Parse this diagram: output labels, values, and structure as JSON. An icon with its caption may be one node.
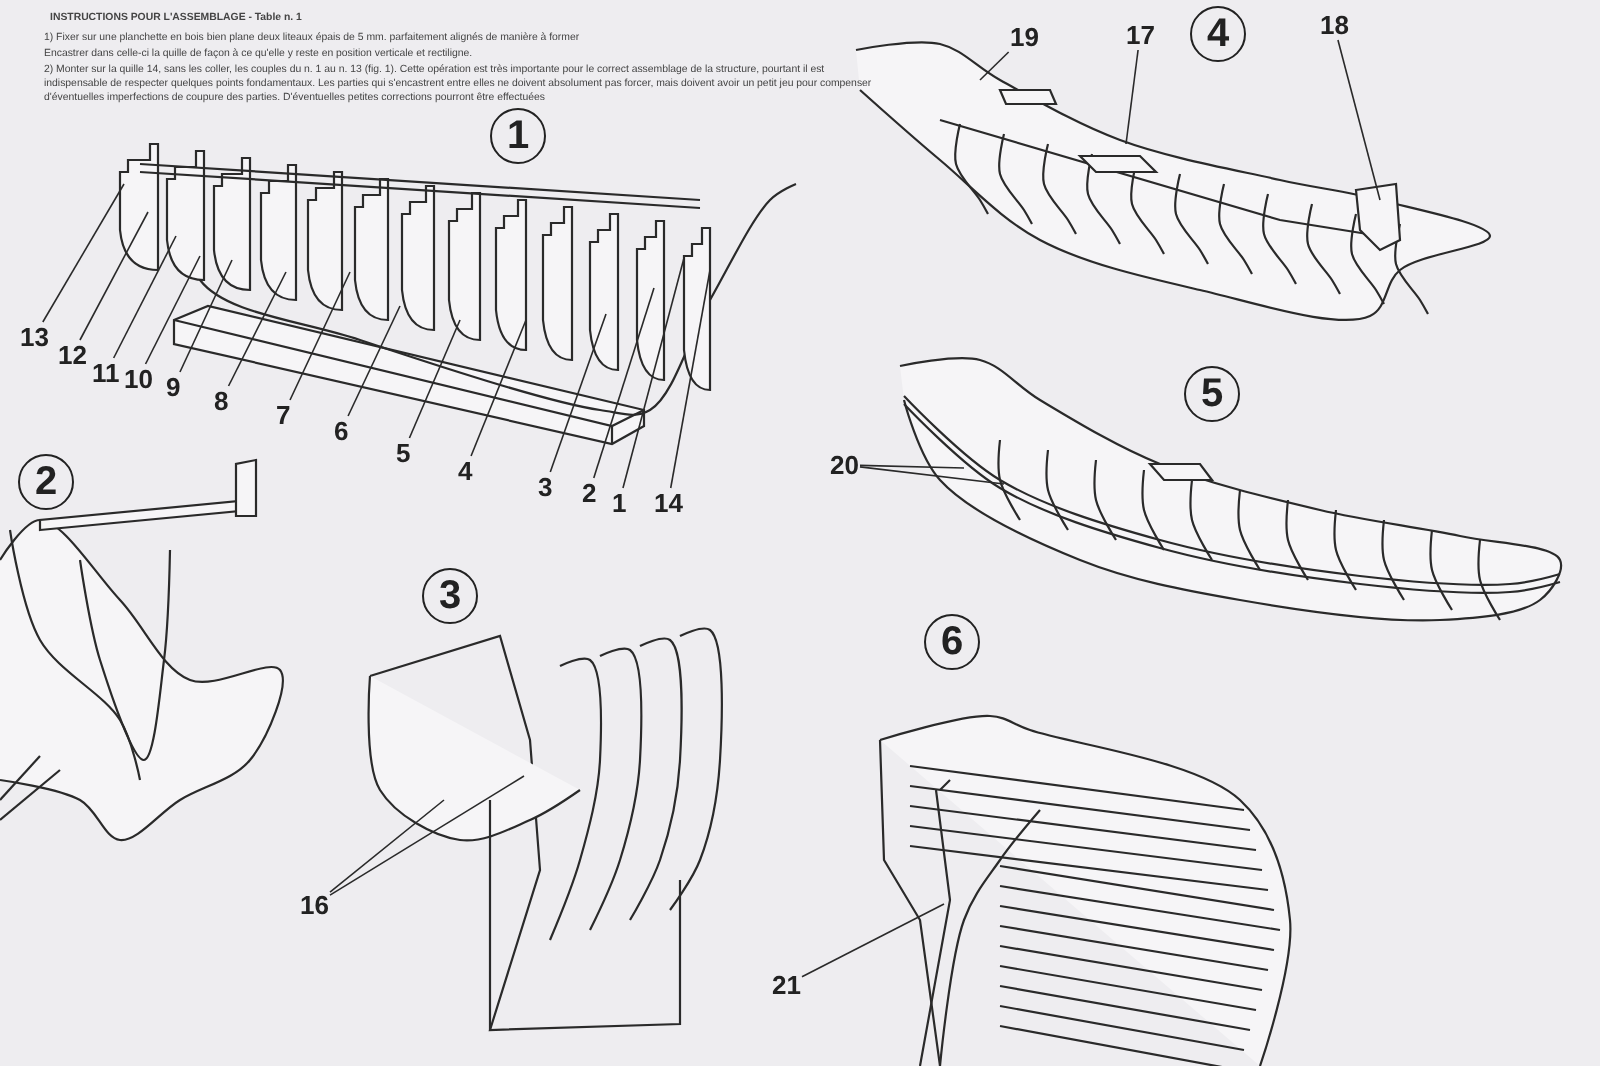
{
  "diagram": {
    "nodes": [
      {
        "text": [
          "13"
        ]
      },
      {
        "text": [
          "12"
        ]
      },
      {
        "text": [
          "11"
        ]
      },
      {
        "text": [
          "10"
        ]
      },
      {
        "text": [
          "9"
        ]
      },
      {
        "text": [
          "8"
        ]
      },
      {
        "text": [
          "7"
        ]
      },
      {
        "text": [
          "6"
        ]
      },
      {
        "text": [
          "5"
        ]
      },
      {
        "text": [
          "4"
        ]
      },
      {
        "text": [
          "3"
        ]
      },
      {
        "text": [
          "2"
        ]
      },
      {
        "text": [
          "1"
        ]
      },
      {
        "text": [
          "14"
        ]
      },
      {
        "text": [
          "19"
        ]
      },
      {
        "text": [
          "17"
        ]
      },
      {
        "text": [
          "18"
        ]
      },
      {
        "text": [
          "20"
        ]
      },
      {
        "text": [
          "16"
        ]
      },
      {
        "text": [
          "21"
        ]
      }
    ],
    "edges": [
      {
        "from": 0,
        "to": null,
        "arrow": "none"
      },
      {
        "from": 1,
        "to": null,
        "arrow": "none"
      },
      {
        "from": 2,
        "to": null,
        "arrow": "none"
      },
      {
        "from": 3,
        "to": null,
        "arrow": "none"
      },
      {
        "from": 4,
        "to": null,
        "arrow": "none"
      },
      {
        "from": 5,
        "to": null,
        "arrow": "none"
      },
      {
        "from": 6,
        "to": null,
        "arrow": "none"
      },
      {
        "from": 7,
        "to": null,
        "arrow": "none"
      },
      {
        "from": 8,
        "to": null,
        "arrow": "none"
      },
      {
        "from": 9,
        "to": null,
        "arrow": "none"
      },
      {
        "from": 10,
        "to": null,
        "arrow": "none"
      },
      {
        "from": 11,
        "to": null,
        "arrow": "none"
      },
      {
        "from": 12,
        "to": null,
        "arrow": "none"
      },
      {
        "from": 13,
        "to": null,
        "arrow": "none"
      },
      {
        "from": 14,
        "to": null,
        "arrow": "none"
      },
      {
        "from": 15,
        "to": null,
        "arrow": "none"
      },
      {
        "from": 16,
        "to": null,
        "arrow": "none"
      },
      {
        "from": 17,
        "to": null,
        "arrow": "none"
      },
      {
        "from": 17,
        "to": null,
        "arrow": "none"
      },
      {
        "from": 18,
        "to": null,
        "arrow": "none"
      },
      {
        "from": 18,
        "to": null,
        "arrow": "none"
      },
      {
        "from": 19,
        "to": null,
        "arrow": "none"
      }
    ],
    "labels": [
      "INSTRUCTIONS POUR L'ASSEMBLAGE - Table n. 1",
      "1) Fixer sur une planchette en bois bien plane deux liteaux épais de 5 mm. parfaitement alignés de manière à former",
      "Encastrer dans celle-ci la quille de façon à ce qu'elle y reste en position verticale et rectiligne.",
      "2) Monter sur la quille 14, sans les coller, les couples du n. 1 au n. 13 (fig. 1). Cette opération est très importante pour le correct assemblage de la structure, pourtant il est indispensable de respecter quelques points fondamentaux. Les parties qui s'encastrent entre elles ne doivent absolument pas forcer, mais doivent avoir un petit jeu pour compenser d'éventuelles imperfections de coupure des parties. D'éventuelles petites corrections pourront être effectuées",
      "1",
      "4",
      "5",
      "2",
      "3",
      "6"
    ]
  }
}
